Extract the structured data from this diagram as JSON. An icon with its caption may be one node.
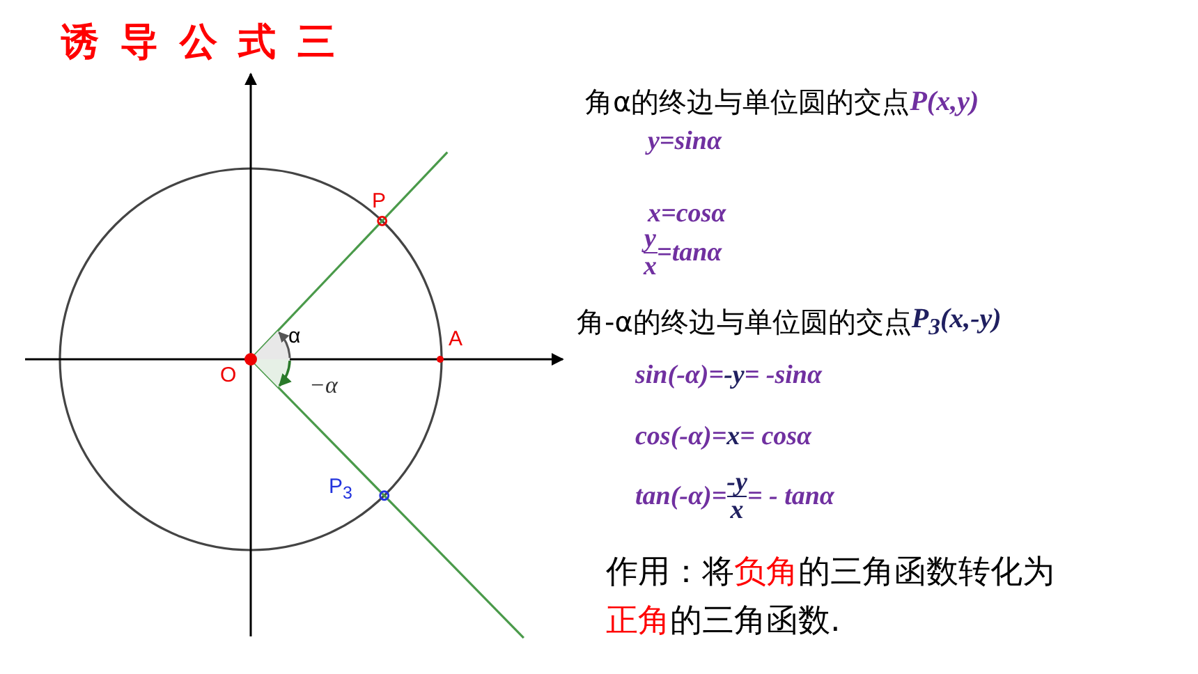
{
  "diagram": {
    "title": "诱 导 公 式 三",
    "labels": [
      "O",
      "A",
      "P",
      "P$_{3}$",
      "α",
      "−α",
      "角α的终边与单位圆的交点",
      "P(x,y)",
      "y=sinα",
      "x=cosα",
      "y",
      "x",
      "=tanα",
      "角-α的终边与单位圆的交点",
      "P$_{3}$(x,-y)",
      "sin(-α)=",
      "-y",
      "= -sinα",
      "cos(-α)=",
      "x",
      "= cosα",
      "tan(-α)=",
      "-y",
      "x",
      "= - tanα",
      "作用：将**负角**的三角函数转化为",
      "**正角**的三角函数."
    ]
  }
}
